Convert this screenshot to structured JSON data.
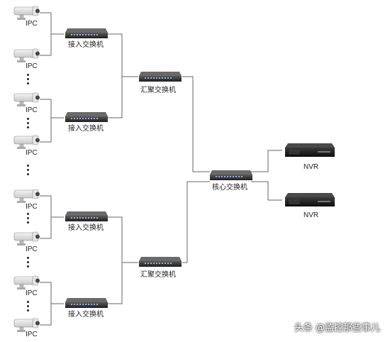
{
  "labels": {
    "ipc": "IPC",
    "access_switch": "接入交换机",
    "aggregation_switch": "汇聚交换机",
    "core_switch": "核心交换机",
    "nvr": "NVR"
  },
  "watermark": "头条 @监控那些事儿",
  "icons": {
    "camera": "ipc-camera-icon",
    "switch": "network-switch-icon",
    "recorder": "nvr-icon"
  }
}
